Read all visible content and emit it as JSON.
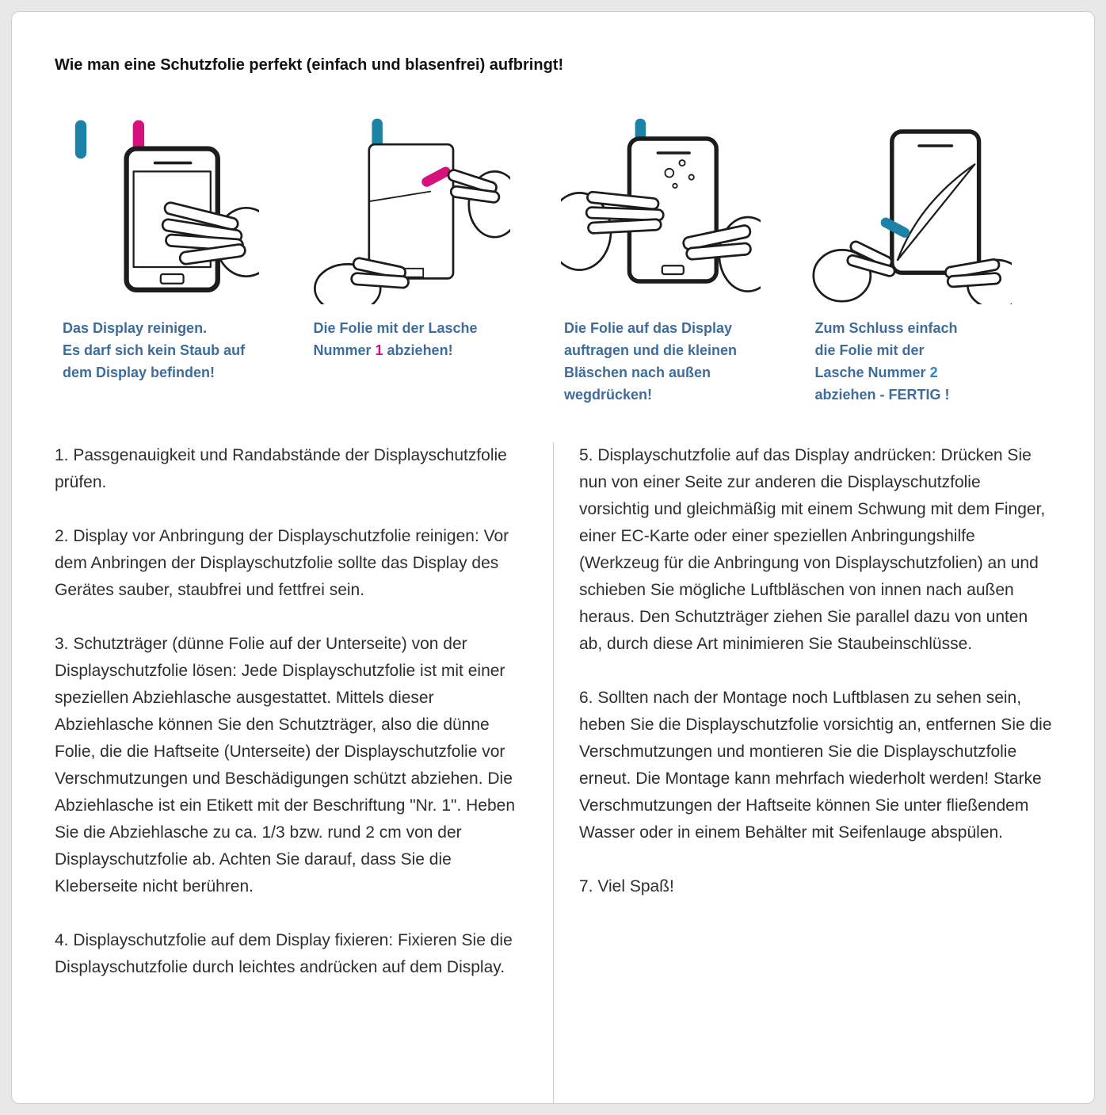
{
  "page": {
    "title": "Wie man eine Schutzfolie perfekt (einfach und blasenfrei) aufbringt!"
  },
  "colors": {
    "page-bg": "#e8e8e8",
    "card-border": "#cccccc",
    "caption-blue": "#3e6d9c",
    "magenta": "#d4117d",
    "teal": "#1d83a6",
    "number-blue": "#2a86c8",
    "text": "#2e2e2e"
  },
  "steps": [
    {
      "lines": [
        "Das Display reinigen.",
        "Es darf sich kein Staub auf",
        "dem Display befinden!"
      ]
    },
    {
      "lines": [
        "Die Folie mit der Lasche"
      ],
      "parts": {
        "pre": "Nummer ",
        "num": "1",
        "post": " abziehen!"
      }
    },
    {
      "lines": [
        "Die Folie auf das Display",
        "auftragen und die kleinen",
        "Bläschen nach außen",
        "wegdrücken!"
      ]
    },
    {
      "lines": [
        "Zum Schluss einfach",
        "die Folie mit der",
        "abziehen - FERTIG !"
      ],
      "parts": {
        "pre": "Lasche Nummer ",
        "num": "2"
      }
    }
  ],
  "instructions": {
    "left": [
      "1. Passgenauigkeit und Randabstände der Displayschutzfolie prüfen.",
      "2. Display vor Anbringung der Displayschutzfolie reinigen: Vor dem Anbringen der Displayschutzfolie sollte das Display des Gerätes sauber, staubfrei und fettfrei sein.",
      "3. Schutzträger (dünne Folie auf der Unterseite) von der Displayschutzfolie lösen: Jede Displayschutzfolie ist mit einer speziellen Abziehlasche ausgestattet. Mittels dieser Abziehlasche können Sie den Schutzträger, also die dünne Folie, die die Haftseite (Unterseite) der Displayschutzfolie vor Verschmutzungen und Beschädigungen schützt abziehen. Die Abziehlasche ist ein Etikett mit der Beschriftung \"Nr. 1\". Heben Sie die Abziehlasche zu ca. 1/3 bzw. rund 2 cm von der Displayschutzfolie ab. Achten Sie darauf, dass Sie die Kleberseite nicht berühren.",
      "4. Displayschutzfolie auf dem Display fixieren: Fixieren Sie die Displayschutzfolie durch leichtes andrücken auf dem Display."
    ],
    "right": [
      "5. Displayschutzfolie auf das Display andrücken: Drücken Sie nun von einer Seite zur anderen die Displayschutzfolie vorsichtig und gleichmäßig mit einem Schwung mit dem Finger, einer EC-Karte oder einer speziellen Anbringungshilfe (Werkzeug für die Anbringung von Displayschutzfolien) an und schieben Sie mögliche Luftbläschen von innen nach außen heraus. Den Schutzträger ziehen Sie parallel dazu von unten ab, durch diese Art minimieren Sie Staubeinschlüsse.",
      "6. Sollten nach der Montage noch Luftblasen zu sehen sein, heben Sie die Displayschutzfolie vorsichtig an, entfernen Sie die Verschmutzungen und montieren Sie die Displayschutzfolie erneut. Die Montage kann mehrfach wiederholt werden! Starke Verschmutzungen der Haftseite können Sie unter fließendem Wasser oder in einem Behälter mit Seifenlauge abspülen.",
      "7. Viel Spaß!"
    ]
  }
}
